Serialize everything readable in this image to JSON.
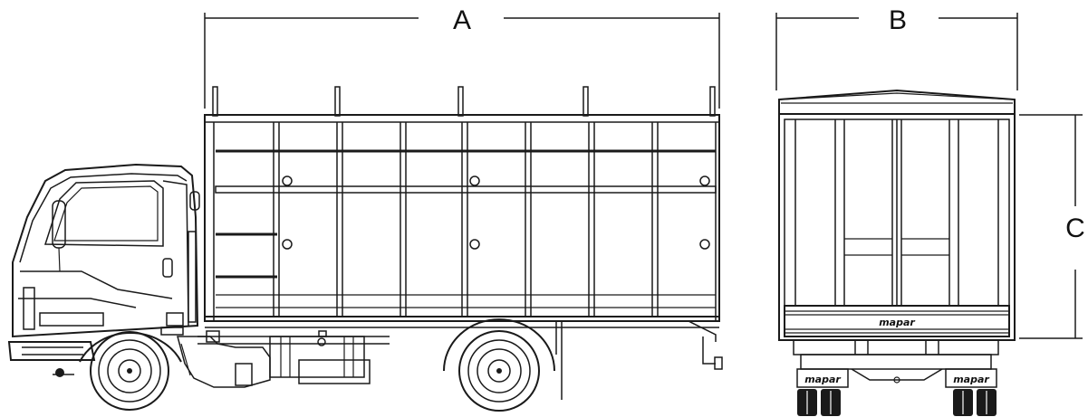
{
  "dimensions": {
    "length_label": "A",
    "width_label": "B",
    "height_label": "C"
  },
  "brand": {
    "logo_text": "mapar"
  }
}
